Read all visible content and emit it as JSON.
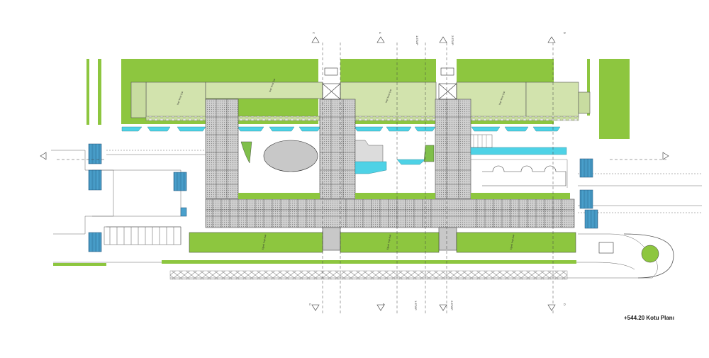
{
  "caption": "+544.20 Kotu Planı",
  "section_marks": [
    "C",
    "A",
    "1.ETAP",
    "2.ETAP",
    "D"
  ],
  "zone_labels": {
    "north_green": [
      "Yeşil Teras Çatı",
      "Yeşil Teras Çatı",
      "Yeşil Teras Çatı",
      "Yeşil Teras Çatı"
    ],
    "south_green": [
      "Eğimli Yeşil Alan",
      "Eğimli Yeşil Alan",
      "Eğimli Yeşil Alan"
    ]
  },
  "colors": {
    "green": "#8dc63f",
    "light_green": "#c8dca0",
    "water": "#4ed2e6",
    "building_gray": "#c8c8c8",
    "stair_blue": "#5aa8d0",
    "line": "#444444"
  }
}
